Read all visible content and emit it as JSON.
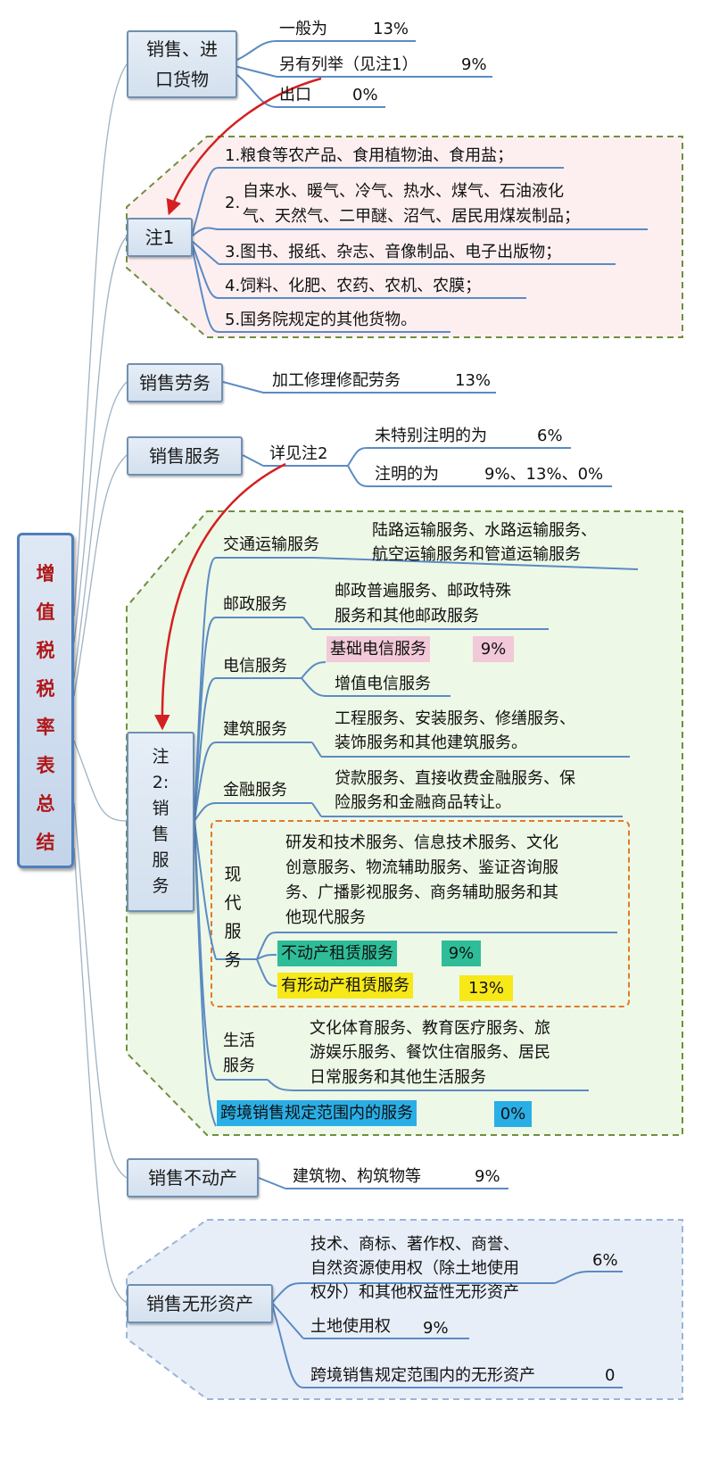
{
  "title": "增值税税率表总结",
  "branches": {
    "goods": {
      "label": "销售、进口货物",
      "general": "一般为",
      "general_rate": "13%",
      "listed": "另有列举（见注1）",
      "listed_rate": "9%",
      "export": "出口",
      "export_rate": "0%"
    },
    "note1": {
      "label": "注1",
      "items": [
        "1.粮食等农产品、食用植物油、食用盐；",
        "2.",
        "自来水、暖气、冷气、热水、煤气、石油液化",
        "气、天然气、二甲醚、沼气、居民用煤炭制品；",
        "3.图书、报纸、杂志、音像制品、电子出版物；",
        "4.饲料、化肥、农药、农机、农膜；",
        "5.国务院规定的其他货物。"
      ]
    },
    "labor": {
      "label": "销售劳务",
      "item": "加工修理修配劳务",
      "rate": "13%"
    },
    "services": {
      "label": "销售服务",
      "see": "详见注2",
      "unspecified": "未特别注明的为",
      "unspecified_rate": "6%",
      "specified": "注明的为",
      "specified_rate": "9%、13%、0%"
    },
    "note2": {
      "label": "注2:销售服务",
      "transport": {
        "label": "交通运输服务",
        "line1": "陆路运输服务、水路运输服务、",
        "line2": "航空运输服务和管道运输服务"
      },
      "postal": {
        "label": "邮政服务",
        "line1": "邮政普遍服务、邮政特殊",
        "line2": "服务和其他邮政服务"
      },
      "telecom": {
        "label": "电信服务",
        "basic": "基础电信服务",
        "basic_rate": "9%",
        "value_added": "增值电信服务"
      },
      "construction": {
        "label": "建筑服务",
        "line1": "工程服务、安装服务、修缮服务、",
        "line2": "装饰服务和其他建筑服务。"
      },
      "finance": {
        "label": "金融服务",
        "line1": "贷款服务、直接收费金融服务、保",
        "line2": "险服务和金融商品转让。"
      },
      "modern": {
        "label": "现代服务",
        "lines": [
          "研发和技术服务、信息技术服务、文化",
          "创意服务、物流辅助服务、鉴证咨询服",
          "务、广播影视服务、商务辅助服务和其",
          "他现代服务"
        ],
        "realestate_lease": "不动产租赁服务",
        "realestate_lease_rate": "9%",
        "tangible_lease": "有形动产租赁服务",
        "tangible_lease_rate": "13%"
      },
      "life": {
        "label": "生活服务",
        "lines": [
          "文化体育服务、教育医疗服务、旅",
          "游娱乐服务、餐饮住宿服务、居民",
          "日常服务和其他生活服务"
        ]
      },
      "crossborder": "跨境销售规定范围内的服务",
      "crossborder_rate": "0%"
    },
    "realestate": {
      "label": "销售不动产",
      "item": "建筑物、构筑物等",
      "rate": "9%"
    },
    "intangible": {
      "label": "销售无形资产",
      "lines": [
        "技术、商标、著作权、商誉、",
        "自然资源使用权（除土地使用",
        "权外）和其他权益性无形资产"
      ],
      "rate1": "6%",
      "land": "土地使用权",
      "land_rate": "9%",
      "crossborder": "跨境销售规定范围内的无形资产",
      "crossborder_rate": "0"
    }
  },
  "colors": {
    "node_border": "#6f8fb2",
    "title": "#b01818",
    "underline": "#5b8bc4",
    "connector": "#9fb3c4",
    "arrow": "#d42020",
    "note1_bg": "#fdeff0",
    "note_green_bg": "#eef8e6",
    "dash_green": "#6f8f40",
    "dash_orange": "#e07a2a",
    "dash_blue": "#9ab6d6",
    "intangible_bg": "#e8eef8"
  }
}
